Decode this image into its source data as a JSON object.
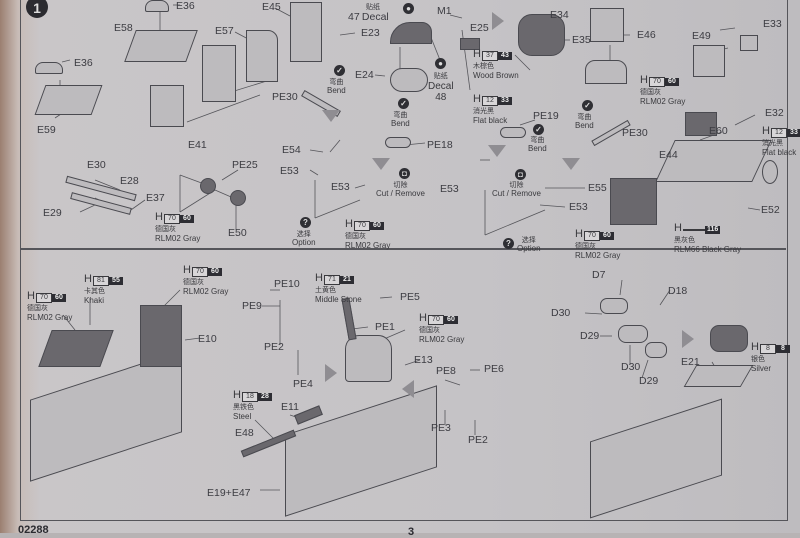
{
  "document": {
    "step_number": "1",
    "catalog_number": "02288",
    "page_number": "3"
  },
  "instructions": {
    "bend": {
      "cn": "弯曲",
      "en": "Bend"
    },
    "cut_remove": {
      "cn": "切除",
      "en": "Cut / Remove"
    },
    "option": {
      "cn": "选择",
      "en": "Option"
    },
    "decal": {
      "cn": "贴纸",
      "en": "Decal"
    }
  },
  "top_section": {
    "part_labels": [
      "E36",
      "E58",
      "E36",
      "E59",
      "E57",
      "E45",
      "E30",
      "E28",
      "E29",
      "E37",
      "E41",
      "PE25",
      "E50",
      "PE30",
      "E54",
      "E53",
      "E53",
      "PE18",
      "E23",
      "E24",
      "M1",
      "E25",
      "E34",
      "E35",
      "E46",
      "E49",
      "E33",
      "PE19",
      "PE30",
      "E53",
      "E55",
      "E53",
      "E60",
      "E44",
      "E32",
      "E52"
    ],
    "decals": [
      {
        "number": "47",
        "label": "Decal"
      },
      {
        "number": "48",
        "label": "Decal"
      }
    ],
    "paints": [
      {
        "code_h": "70",
        "code_c": "60",
        "cn": "德国灰",
        "en": "RLM02 Gray"
      },
      {
        "code_h": "37",
        "code_c": "43",
        "cn": "木棕色",
        "en": "Wood Brown"
      },
      {
        "code_h": "12",
        "code_c": "33",
        "cn": "消光黑",
        "en": "Flat black"
      },
      {
        "code_h": "70",
        "code_c": "60",
        "cn": "德国灰",
        "en": "RLM02 Gray"
      },
      {
        "code_h": "70",
        "code_c": "60",
        "cn": "德国灰",
        "en": "RLM02 Gray"
      },
      {
        "code_h": "12",
        "code_c": "33",
        "cn": "消光黑",
        "en": "Flat black"
      },
      {
        "code_h": "70",
        "code_c": "60",
        "cn": "德国灰",
        "en": "RLM02 Gray"
      },
      {
        "code_h": "",
        "code_c": "116",
        "cn": "黑灰色",
        "en": "RLM66 Black Gray"
      }
    ]
  },
  "bottom_section": {
    "part_labels": [
      "E10",
      "PE10",
      "PE9",
      "PE2",
      "PE4",
      "PE5",
      "PE1",
      "E13",
      "PE8",
      "PE6",
      "PE3",
      "PE2",
      "E11",
      "E48",
      "E19+E47",
      "D7",
      "D18",
      "D30",
      "D29",
      "D30",
      "D29",
      "E21"
    ],
    "paints": [
      {
        "code_h": "70",
        "code_c": "60",
        "cn": "德国灰",
        "en": "RLM02 Gray"
      },
      {
        "code_h": "81",
        "code_c": "55",
        "cn": "卡其色",
        "en": "Khaki"
      },
      {
        "code_h": "70",
        "code_c": "60",
        "cn": "德国灰",
        "en": "RLM02 Gray"
      },
      {
        "code_h": "71",
        "code_c": "21",
        "cn": "土黄色",
        "en": "Middle Stone"
      },
      {
        "code_h": "70",
        "code_c": "60",
        "cn": "德国灰",
        "en": "RLM02 Gray"
      },
      {
        "code_h": "18",
        "code_c": "28",
        "cn": "黑铁色",
        "en": "Steel"
      },
      {
        "code_h": "8",
        "code_c": "8",
        "cn": "银色",
        "en": "Silver"
      }
    ]
  }
}
